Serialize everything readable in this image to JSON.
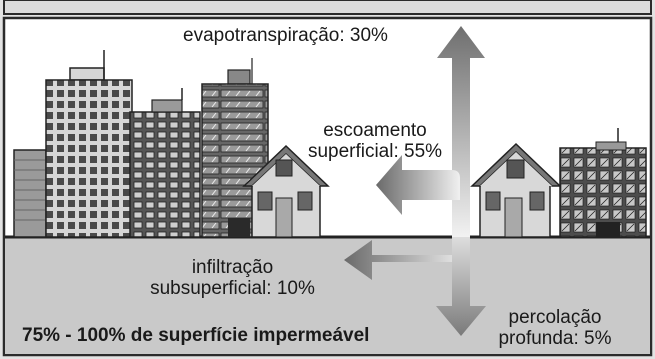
{
  "labels": {
    "evapotranspiration": "evapotranspiração: 30%",
    "runoff_line1": "escoamento",
    "runoff_line2": "superficial: 55%",
    "infiltration_line1": "infiltração",
    "infiltration_line2": "subsuperficial: 10%",
    "percolation_line1": "percolação",
    "percolation_line2": "profunda: 5%",
    "impervious": "75% - 100% de superfície impermeável"
  },
  "colors": {
    "background_top": "#ffffff",
    "ground": "#c9c9c9",
    "frame": "#2b2b2b",
    "building_dark": "#5a5a5a",
    "building_light": "#bdbdbd"
  }
}
